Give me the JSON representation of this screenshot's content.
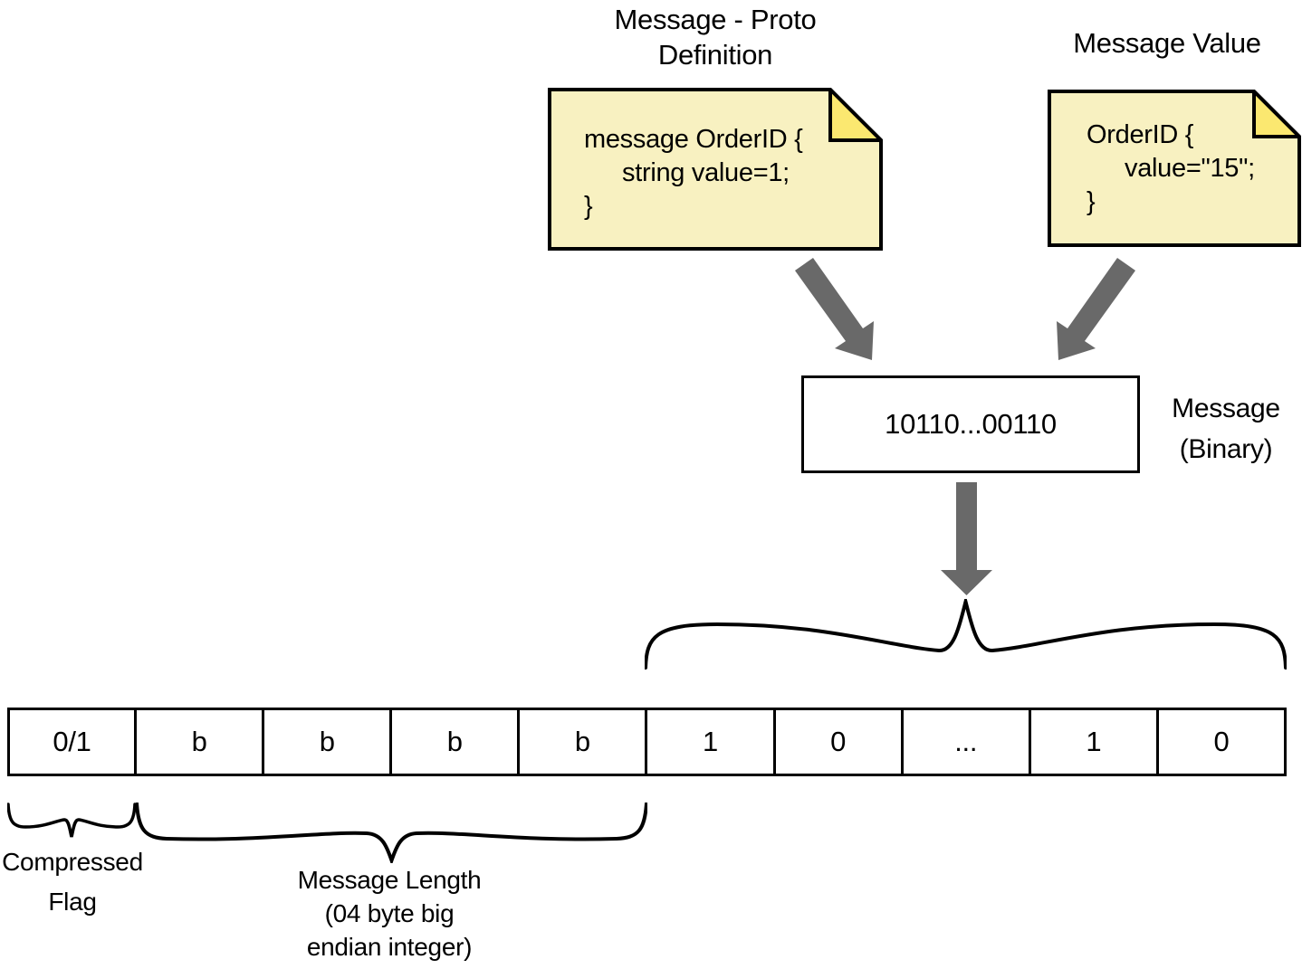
{
  "proto_note": {
    "title_line1": "Message - Proto",
    "title_line2": "Definition",
    "code": {
      "line1": "message OrderID {",
      "line2": "string value=1;",
      "line3": "}"
    }
  },
  "value_note": {
    "title": "Message Value",
    "code": {
      "line1": "OrderID {",
      "line2": "value=\"15\";",
      "line3": "}"
    }
  },
  "binary_message": {
    "bits": "10110...00110",
    "label_line1": "Message",
    "label_line2": "(Binary)"
  },
  "byte_frame": {
    "cells": [
      "0/1",
      "b",
      "b",
      "b",
      "b",
      "1",
      "0",
      "...",
      "1",
      "0"
    ],
    "compressed_flag": {
      "line1": "Compressed",
      "line2": "Flag"
    },
    "message_length": {
      "line1": "Message Length",
      "line2": "(04 byte big",
      "line3": "endian integer)"
    }
  },
  "colors": {
    "note_body": "#F8F1C1",
    "note_fold": "#FBE870",
    "arrow_gray": "#696969",
    "line_black": "#000000"
  }
}
